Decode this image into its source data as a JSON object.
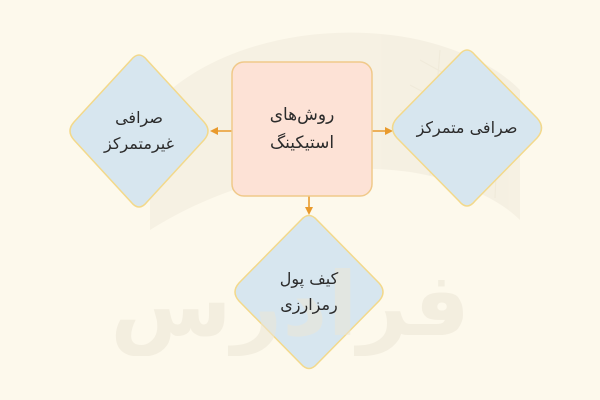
{
  "diagram": {
    "center": {
      "label": "روش‌های\nاستیکینگ"
    },
    "left": {
      "label": "صرافی\nغیرمتمرکز"
    },
    "right": {
      "label": "صرافی متمرکز"
    },
    "bottom": {
      "label": "کیف پول\nرمزارزی"
    }
  },
  "watermark": {
    "text": "فرادرس"
  },
  "colors": {
    "background": "#fdf9ec",
    "center_fill": "#fde2d6",
    "center_stroke": "#f0c98a",
    "diamond_fill": "#d7e6ef",
    "diamond_stroke": "#f3d98b",
    "arrow": "#e99a2c"
  }
}
